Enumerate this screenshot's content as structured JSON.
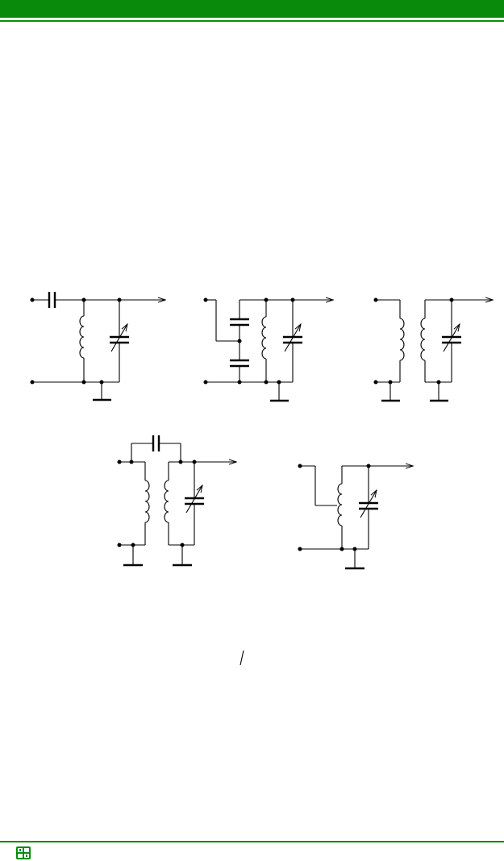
{
  "header": {
    "bar_color": "#0a8a0a"
  },
  "footer": {
    "logo_icon": "chip-logo-icon",
    "rule_color": "#0a8a0a"
  },
  "diagram": {
    "circuits": [
      {
        "id": "a",
        "elements": [
          "series-capacitor",
          "inductor",
          "variable-capacitor",
          "ground"
        ]
      },
      {
        "id": "b",
        "elements": [
          "capacitive-divider",
          "inductor",
          "variable-capacitor",
          "ground"
        ]
      },
      {
        "id": "c",
        "elements": [
          "coupled-inductors",
          "variable-capacitor",
          "ground",
          "ground"
        ]
      },
      {
        "id": "d",
        "elements": [
          "coupling-capacitor",
          "coupled-inductors",
          "variable-capacitor",
          "ground",
          "ground"
        ]
      },
      {
        "id": "e",
        "elements": [
          "tapped-inductor",
          "variable-capacitor",
          "ground"
        ]
      }
    ]
  }
}
